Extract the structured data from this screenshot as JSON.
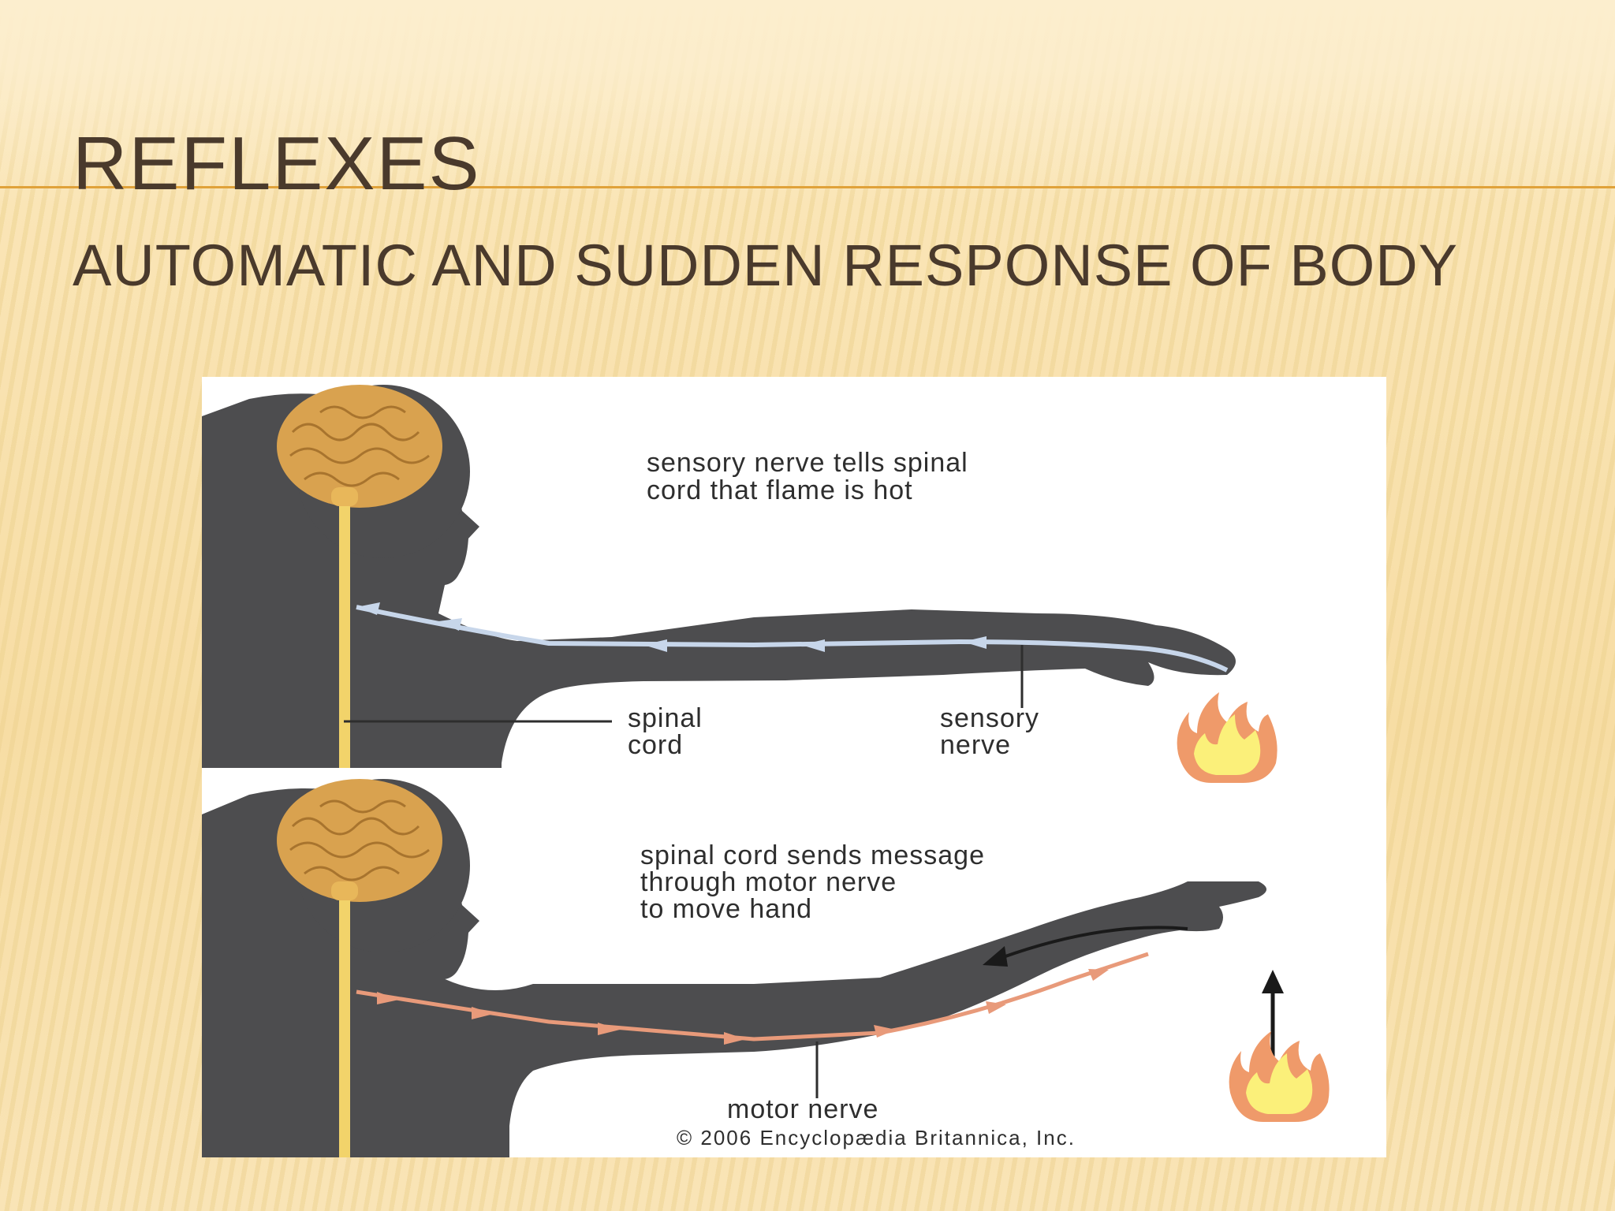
{
  "slide": {
    "title": "REFLEXES",
    "subtitle": "AUTOMATIC AND SUDDEN RESPONSE OF BODY"
  },
  "figure": {
    "top_panel": {
      "caption_line1": "sensory nerve tells spinal",
      "caption_line2": "cord that flame is hot",
      "label_spinal_line1": "spinal",
      "label_spinal_line2": "cord",
      "label_sensory_line1": "sensory",
      "label_sensory_line2": "nerve"
    },
    "bottom_panel": {
      "caption_line1": "spinal cord sends message",
      "caption_line2": "through motor nerve",
      "caption_line3": "to move hand",
      "label_motor": "motor nerve"
    },
    "credit": "© 2006 Encyclopædia Britannica, Inc."
  },
  "colors": {
    "title_text": "#4a3a2c",
    "accent_rule": "#e0a23a",
    "silhouette": "#4d4d4f",
    "brain": "#d9a24f",
    "spinal_cord": "#f2d36a",
    "sensory_nerve": "#c7d6ea",
    "motor_nerve": "#e89a7a",
    "flame_outer": "#ef9a6a",
    "flame_inner": "#fbf07a"
  }
}
